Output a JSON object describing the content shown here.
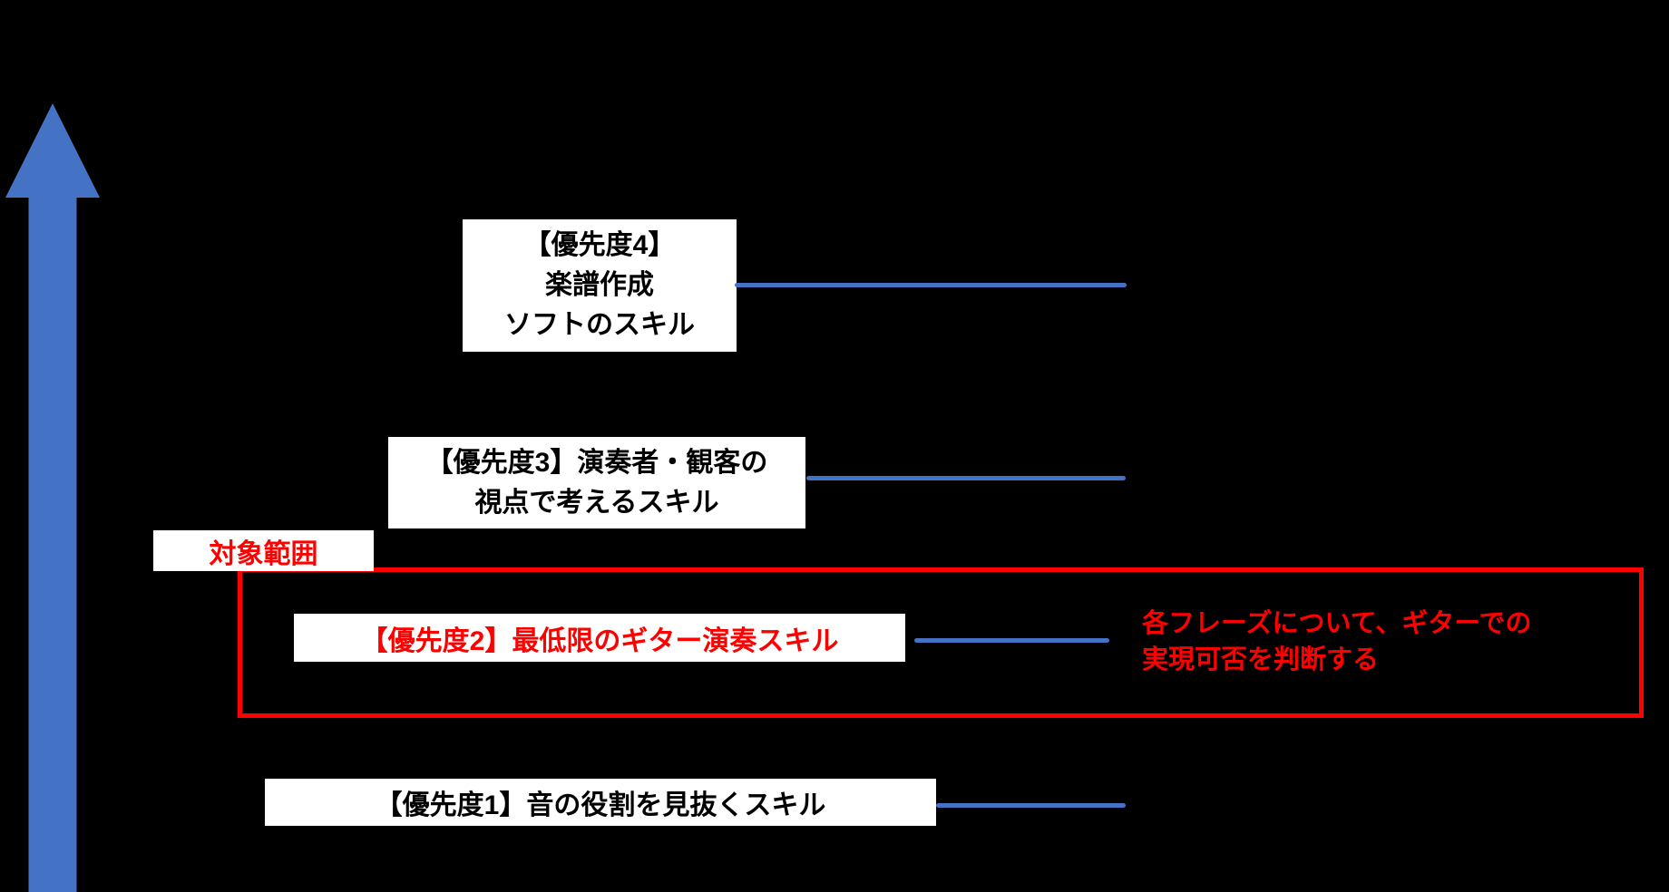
{
  "colors": {
    "background": "#000000",
    "arrow_blue": "#4472C4",
    "connector_blue": "#4472C4",
    "highlight_red": "#FF0000",
    "box_background": "#FFFFFF",
    "box_text_black": "#000000"
  },
  "icons": {
    "up_arrow": "up-arrow"
  },
  "scope_label": "対象範囲",
  "levels": {
    "priority4": {
      "line1": "【優先度4】",
      "line2": "楽譜作成",
      "line3": "ソフトのスキル"
    },
    "priority3": {
      "line1": "【優先度3】演奏者・観客の",
      "line2": "視点で考えるスキル"
    },
    "priority2": {
      "line1": "【優先度2】最低限のギター演奏スキル"
    },
    "priority1": {
      "line1": "【優先度1】音の役割を見抜くスキル"
    }
  },
  "annotation": {
    "line1": "各フレーズについて、ギターでの",
    "line2": "実現可否を判断する"
  }
}
